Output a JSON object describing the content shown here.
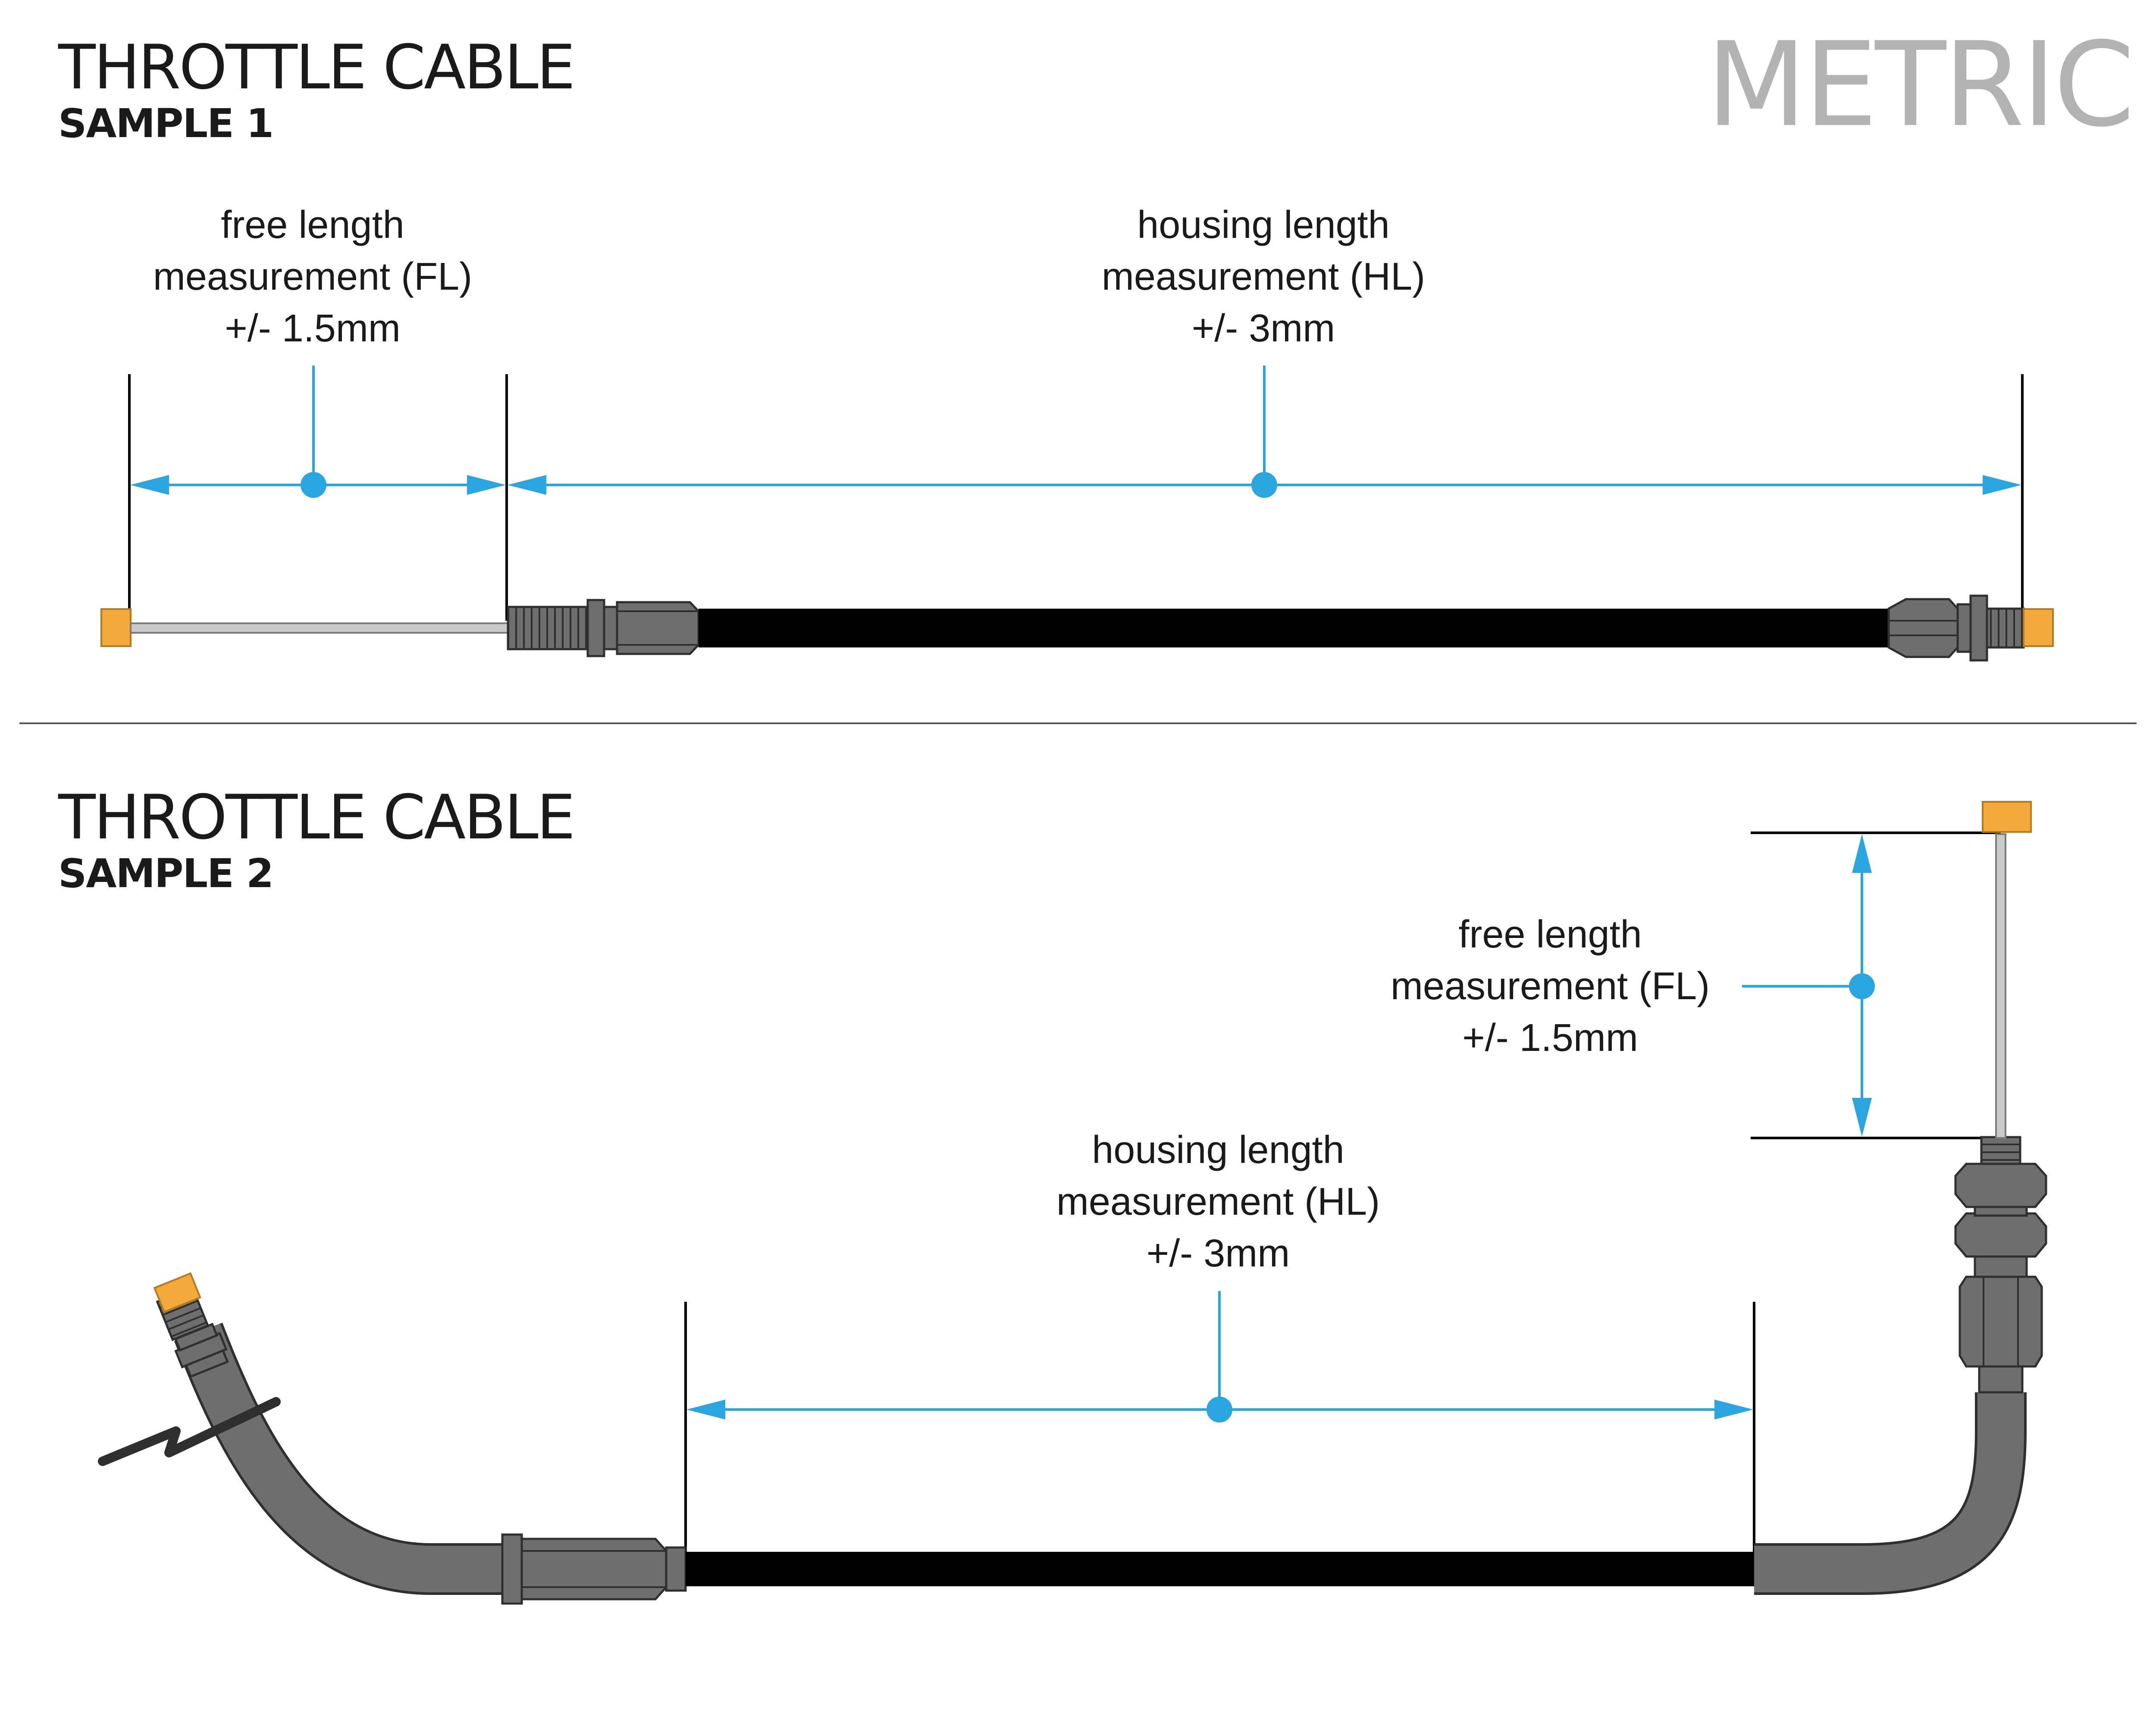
{
  "header": {
    "unit_label": "METRIC"
  },
  "sample1": {
    "title": "THROTTLE CABLE",
    "subtitle": "SAMPLE 1",
    "free_length": {
      "line1": "free length",
      "line2": "measurement (FL)",
      "line3": "+/- 1.5mm"
    },
    "housing_length": {
      "line1": "housing length",
      "line2": "measurement (HL)",
      "line3": "+/- 3mm"
    }
  },
  "sample2": {
    "title": "THROTTLE CABLE",
    "subtitle": "SAMPLE 2",
    "free_length": {
      "line1": "free length",
      "line2": "measurement (FL)",
      "line3": "+/- 1.5mm"
    },
    "housing_length": {
      "line1": "housing length",
      "line2": "measurement (HL)",
      "line3": "+/- 3mm"
    }
  },
  "colors": {
    "dimension": "#2ba5e0",
    "cable_tip": "#f3a93c",
    "fitting": "#6e6e6e",
    "housing": "#000000",
    "metric_label": "#b3b3b3"
  }
}
